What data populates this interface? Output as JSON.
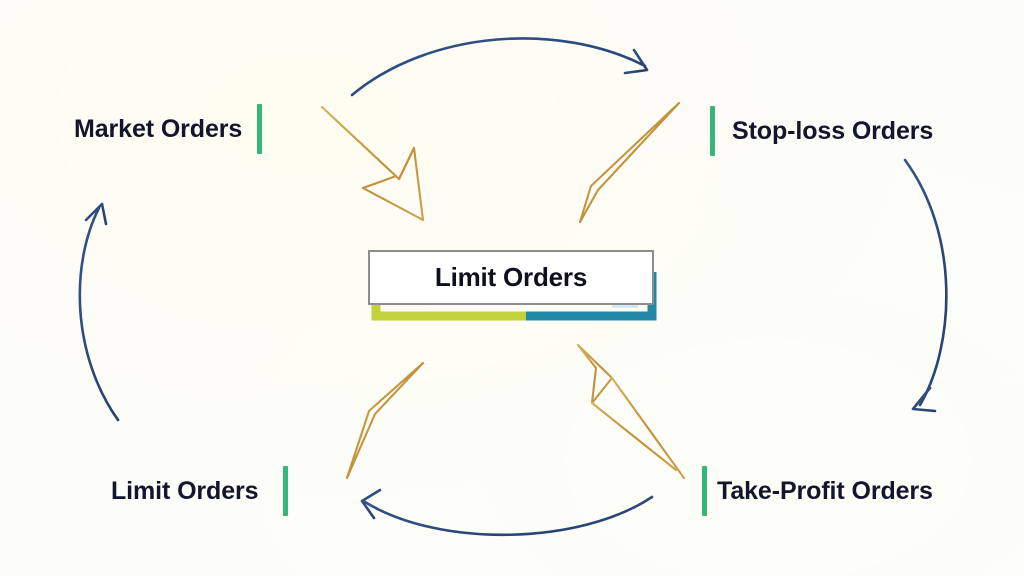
{
  "diagram": {
    "title": "Limit Orders cycle diagram",
    "type": "cycle",
    "background_color": "#fcfcf9",
    "accent_color": "#35b877",
    "arrow_color": "#2d4f86",
    "spark_color": "#c79a43",
    "center": {
      "label": "Limit Orders",
      "text_color": "#0e1020",
      "card_background": "#ffffff",
      "card_border_color": "#8d8d8d",
      "shadow_left_color": "#c3d23a",
      "shadow_right_color": "#2288a8",
      "shadow_corner_color": "#3fb6a8"
    },
    "nodes": [
      {
        "id": "market-orders",
        "label": "Market Orders",
        "position": "top-left",
        "bar_side": "right"
      },
      {
        "id": "stop-loss-orders",
        "label": "Stop-loss Orders",
        "position": "top-right",
        "bar_side": "left"
      },
      {
        "id": "limit-orders-left",
        "label": "Limit Orders",
        "position": "bottom-left",
        "bar_side": "right"
      },
      {
        "id": "take-profit-orders",
        "label": "Take-Profit Orders",
        "position": "bottom-right",
        "bar_side": "left"
      }
    ],
    "connectors": [
      {
        "id": "arc-top",
        "from": "market-orders",
        "to": "stop-loss-orders",
        "direction": "clockwise"
      },
      {
        "id": "arc-right",
        "from": "stop-loss-orders",
        "to": "take-profit-orders",
        "direction": "clockwise"
      },
      {
        "id": "arc-bottom",
        "from": "take-profit-orders",
        "to": "limit-orders-left",
        "direction": "clockwise"
      },
      {
        "id": "arc-left",
        "from": "limit-orders-left",
        "to": "market-orders",
        "direction": "clockwise"
      }
    ],
    "sparks": [
      {
        "id": "spark-top-left",
        "points_toward": "market-orders"
      },
      {
        "id": "spark-top-right",
        "points_toward": "stop-loss-orders"
      },
      {
        "id": "spark-bottom-left",
        "points_toward": "limit-orders-left"
      },
      {
        "id": "spark-bottom-right",
        "points_toward": "take-profit-orders"
      }
    ]
  }
}
